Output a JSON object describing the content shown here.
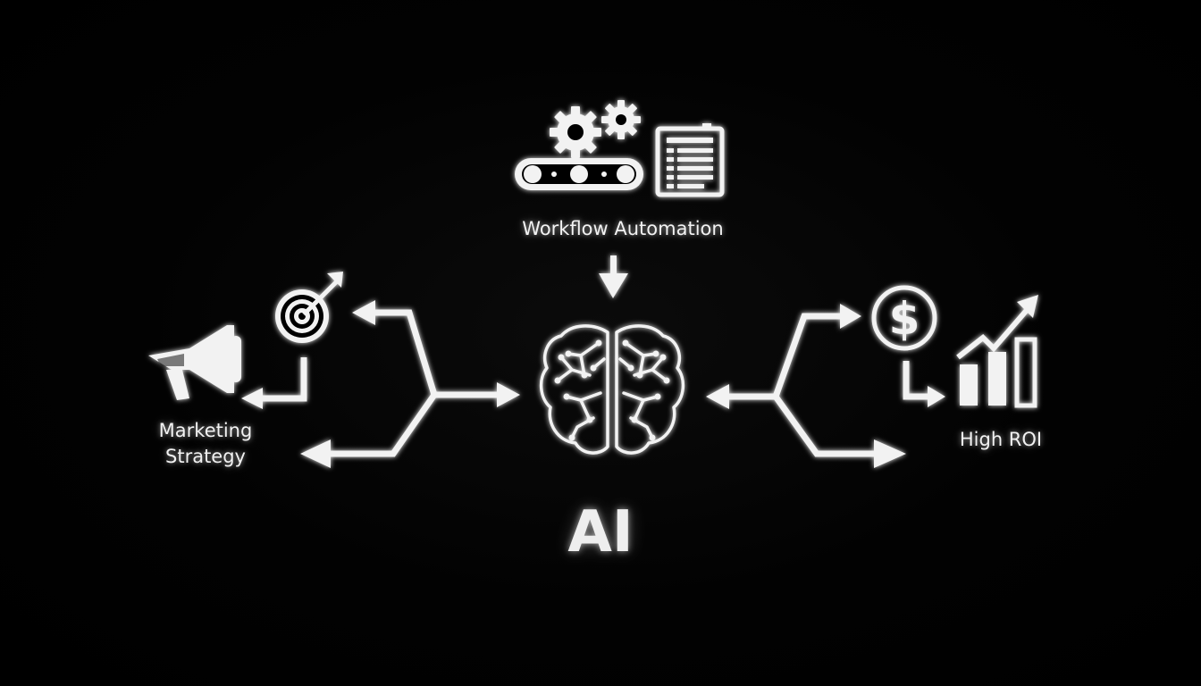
{
  "labels": {
    "workflow": "Workflow Automation",
    "marketing_line1": "Marketing",
    "marketing_line2": "Strategy",
    "roi": "High ROI",
    "center": "AI"
  },
  "icons": {
    "workflow": [
      "gears-icon",
      "conveyor-belt-icon",
      "document-list-icon"
    ],
    "marketing": [
      "megaphone-icon",
      "target-arrow-icon"
    ],
    "roi": [
      "dollar-coin-icon",
      "bar-chart-growth-icon"
    ],
    "center": "brain-circuit-icon",
    "currency_symbol": "$"
  },
  "colors": {
    "background": "#000000",
    "foreground": "#f2f2f2"
  }
}
